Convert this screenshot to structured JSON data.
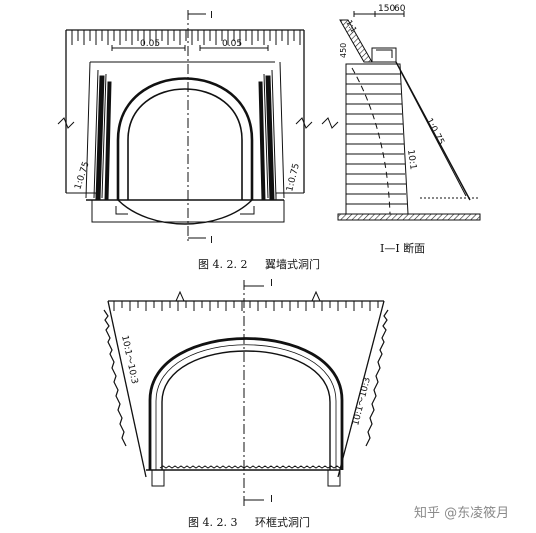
{
  "figure_top": {
    "caption_number": "图 4. 2. 2",
    "caption_title": "翼墙式洞门",
    "section_axis_label": "I",
    "dim_left_slope": "0.05",
    "dim_right_slope": "0.05",
    "wing_slope_left": "1:0.75",
    "wing_slope_right": "1:0.75"
  },
  "section_view": {
    "title": "I—I 断面",
    "dim_150": "150",
    "dim_60": "60",
    "dim_450": "450",
    "wall_slope": "10:1",
    "back_slope": "1:0.75",
    "small_slope": "1:1"
  },
  "figure_bottom": {
    "caption_number": "图 4. 2. 3",
    "caption_title": "环框式洞门",
    "axis_label": "I",
    "slope_left": "10:1～10:3",
    "slope_right": "10:1～10:3"
  },
  "watermark": {
    "text": "知乎 @东凌筱月"
  }
}
